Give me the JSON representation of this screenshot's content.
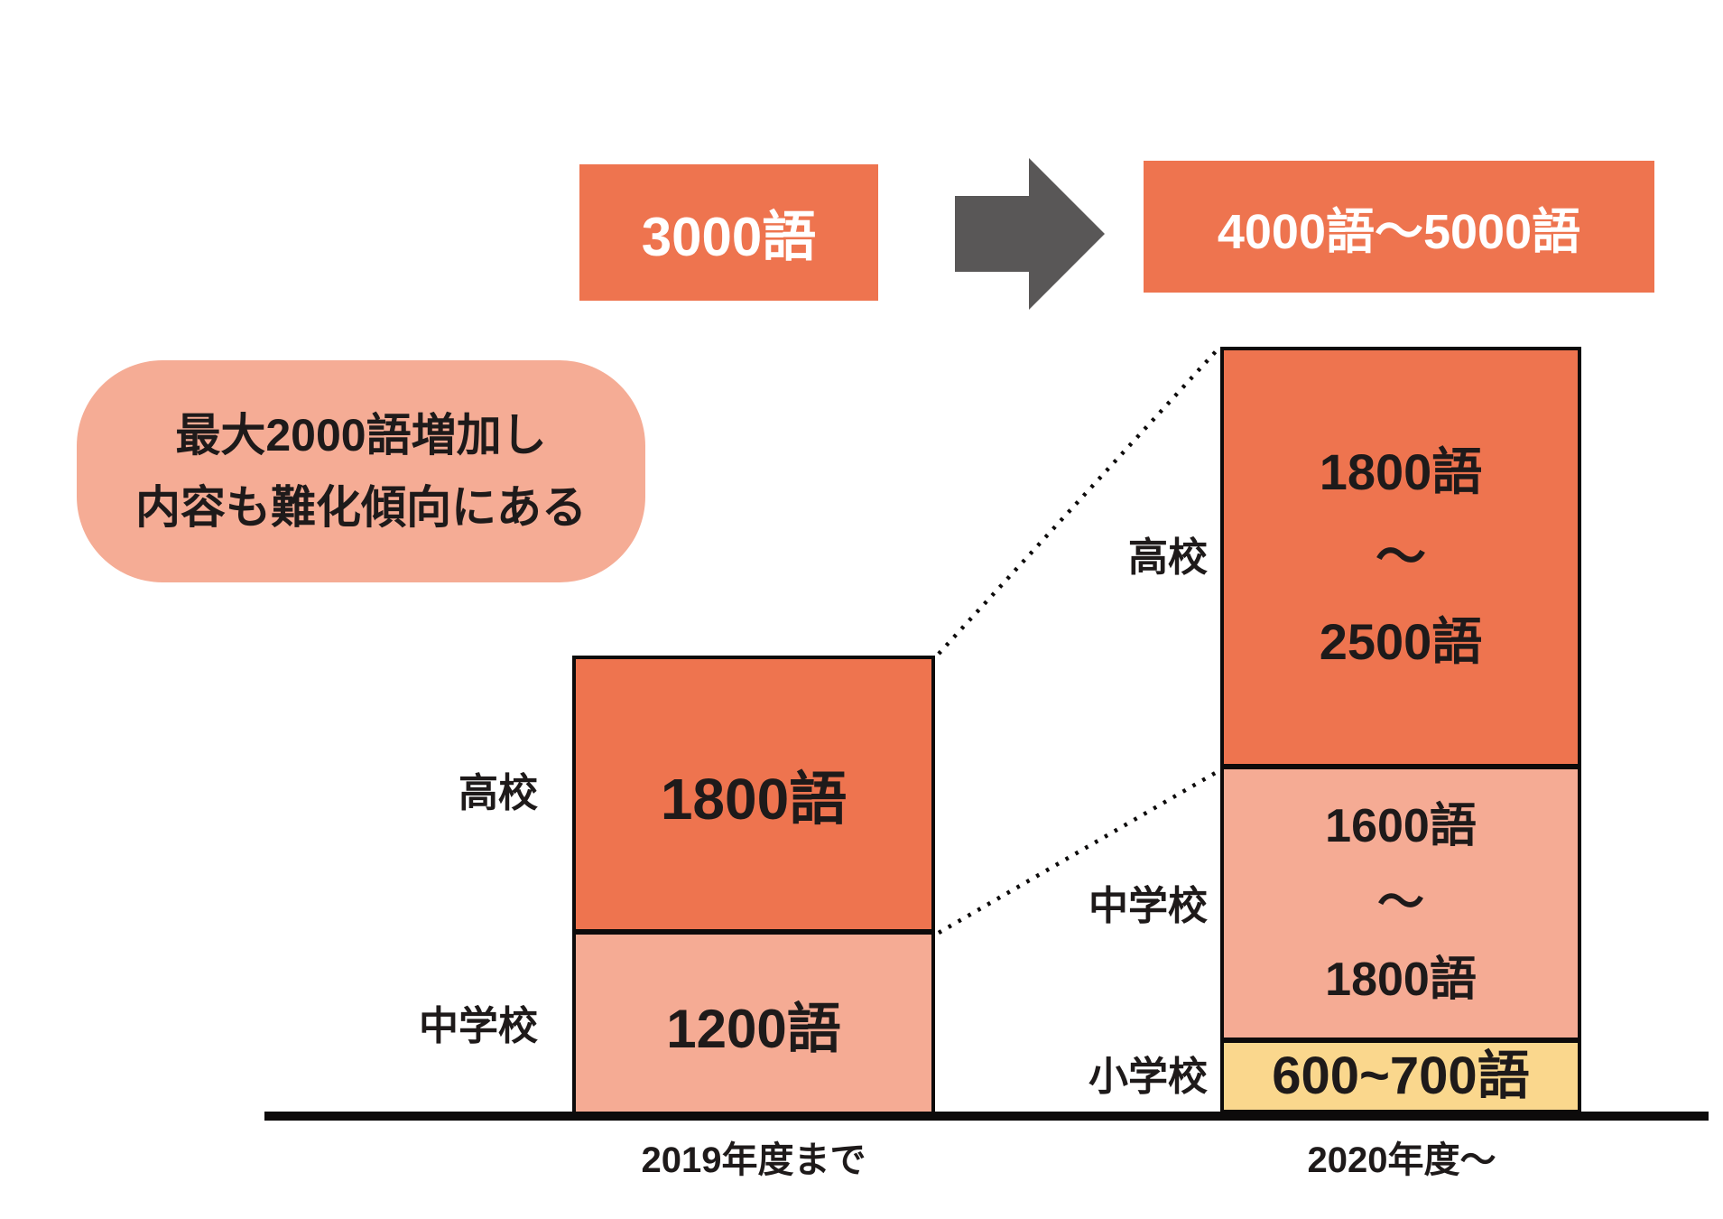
{
  "header": {
    "before_total": "3000語",
    "after_total": "4000語〜5000語",
    "arrow_icon": "right-arrow"
  },
  "callout": {
    "line1": "最大2000語増加し",
    "line2": "内容も難化傾向にある"
  },
  "bars": {
    "left": {
      "axis_label": "2019年度まで",
      "segments": [
        {
          "label": "高校",
          "value": "1800語"
        },
        {
          "label": "中学校",
          "value": "1200語"
        }
      ]
    },
    "right": {
      "axis_label": "2020年度〜",
      "segments": [
        {
          "label": "高校",
          "lines": [
            "1800語",
            "〜",
            "2500語"
          ]
        },
        {
          "label": "中学校",
          "lines": [
            "1600語",
            "〜",
            "1800語"
          ]
        },
        {
          "label": "小学校",
          "value": "600~700語"
        }
      ]
    }
  },
  "colors": {
    "accent_orange": "#EE744F",
    "salmon": "#F5AB94",
    "callout_pink": "#F5AC95",
    "yellow": "#FAD78D",
    "arrow_gray": "#595757",
    "line_black": "#0D0B0B",
    "text_dark": "#1E1A1A",
    "text_light": "#FFFFFF"
  },
  "chart_data": {
    "type": "bar",
    "stacked": true,
    "title": "",
    "xlabel": "",
    "ylabel": "",
    "categories": [
      "2019年度まで",
      "2020年度〜"
    ],
    "series": [
      {
        "name": "小学校",
        "values": [
          0,
          650
        ],
        "value_range": [
          null,
          [
            600,
            700
          ]
        ],
        "value_labels": [
          "",
          "600~700語"
        ],
        "color": "#FAD78D"
      },
      {
        "name": "中学校",
        "values": [
          1200,
          1700
        ],
        "value_range": [
          [
            1200,
            1200
          ],
          [
            1600,
            1800
          ]
        ],
        "value_labels": [
          "1200語",
          "1600語〜1800語"
        ],
        "color": "#F5AB94"
      },
      {
        "name": "高校",
        "values": [
          1800,
          2150
        ],
        "value_range": [
          [
            1800,
            1800
          ],
          [
            1800,
            2500
          ]
        ],
        "value_labels": [
          "1800語",
          "1800語〜2500語"
        ],
        "color": "#EE744F"
      }
    ],
    "totals": [
      "3000語",
      "4000語〜5000語"
    ],
    "annotation": "最大2000語増加し 内容も難化傾向にある",
    "ylim": [
      0,
      5000
    ],
    "grid": false,
    "legend_position": "none"
  }
}
